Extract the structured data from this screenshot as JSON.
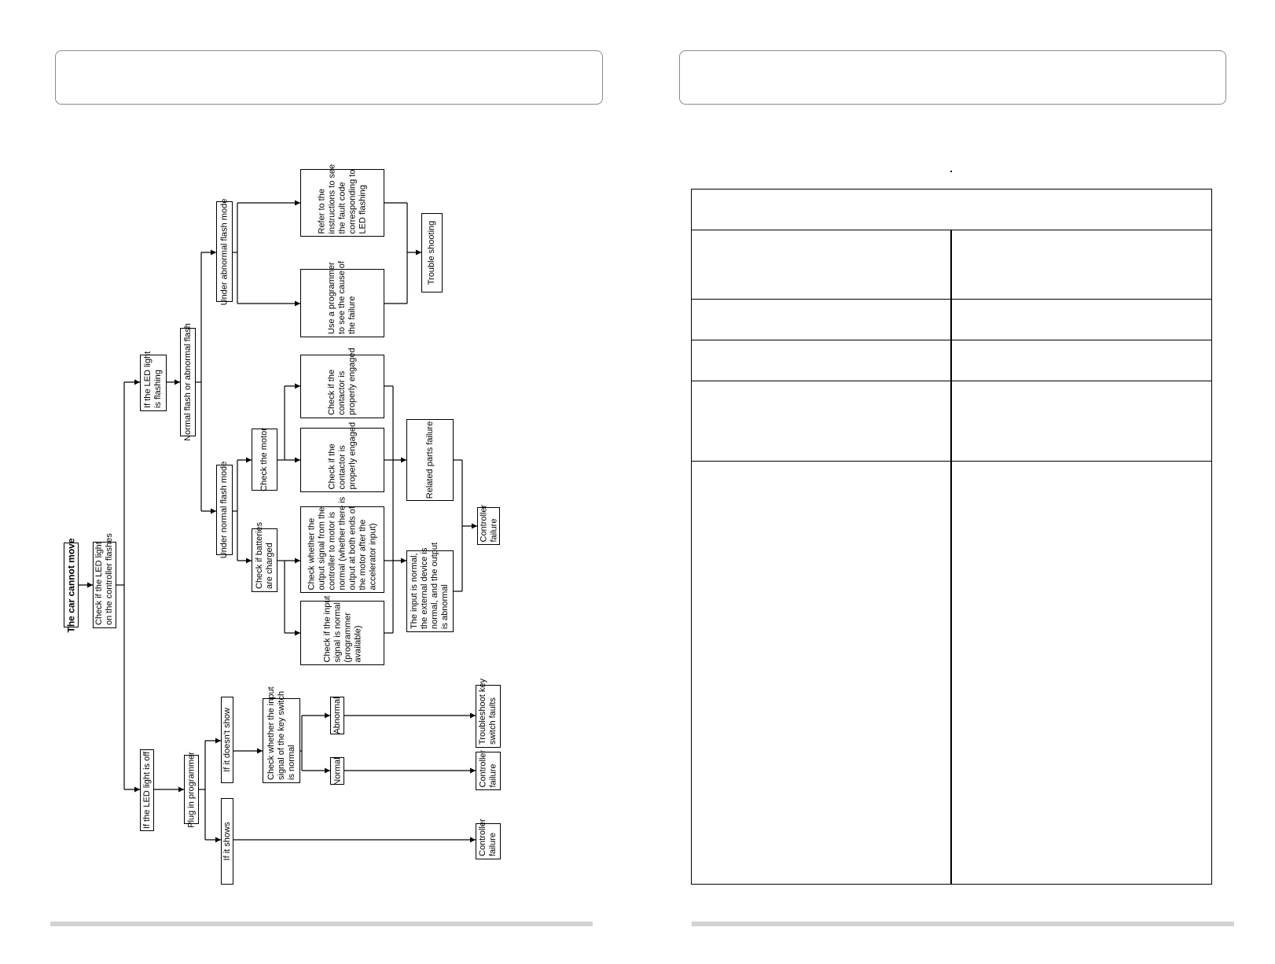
{
  "flowchart": {
    "start": "The car cannot move",
    "check_led": "Check if the LED light\non the controller flashes",
    "led_flashing": "If the LED light\nis flashing",
    "led_off": "If the LED light is off",
    "flash_type": "Normal flash or abnormal flash",
    "abnormal_mode": "Under abnormal flash mode",
    "normal_mode": "Under normal flash mode",
    "refer_instructions": "Refer to the\ninstructions to see\nthe fault code\ncorresponding to\nLED flashing",
    "use_programmer": "Use a programmer\nto see the cause of\nthe failure",
    "trouble_shooting": "Trouble shooting",
    "check_motor": "Check the motor",
    "check_batteries": "Check if batteries\nare charged",
    "contactor_1": "Check if the\ncontactor is\nproperly engaged",
    "contactor_2": "Check if the\ncontactor is\nproperly engaged",
    "check_output": "Check whether the\noutput signal from the\ncontroller to motor is\nnormal (whether there is\noutput at both ends of\nthe motor after the\naccelerator input)",
    "check_input_signal": "Check if the input\nsignal is normal\n(programmer\navailable)",
    "related_parts": "Related parts failure",
    "input_normal": "The input is normal,\nthe external device is\nnormal, and the output\nis abnormal",
    "controller_failure_1": "Controller\nfailure",
    "plug_programmer": "Plug in programmer",
    "doesnt_show": "If it doesn't show",
    "it_shows": "If it shows",
    "check_key_switch": "Check whether the input\nsignal of the key switch\nis normal",
    "abnormal": "Abnormal",
    "normal": "Normal",
    "troubleshoot_key": "Troubleshoot key\nswitch faults",
    "controller_failure_2": "Controller\nfailure",
    "controller_failure_3": "Controller\nfailure"
  }
}
